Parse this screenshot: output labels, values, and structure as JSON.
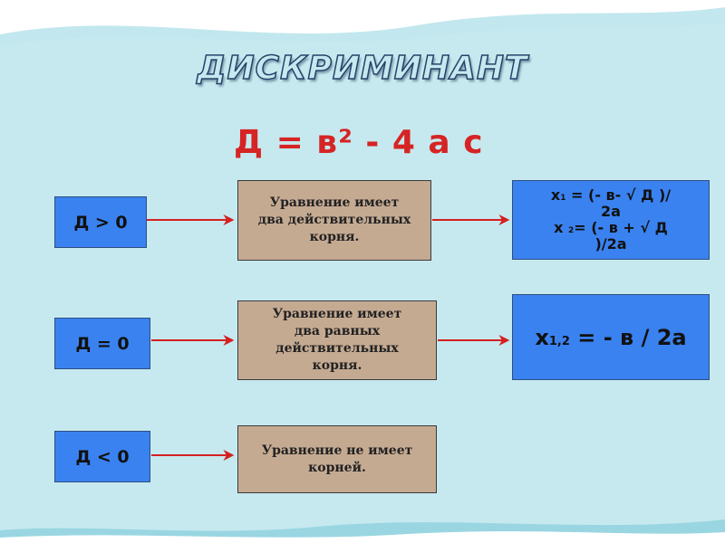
{
  "title": "ДИСКРИМИНАНТ",
  "formula": "Д = в² - 4 а с",
  "rows": [
    {
      "condition": "Д > 0",
      "description": [
        "Уравнение имеет",
        "два действительных",
        "корня."
      ]
    },
    {
      "condition": "Д = 0",
      "description": [
        "Уравнение имеет",
        "два равных",
        "действительных",
        "корня."
      ]
    },
    {
      "condition": "Д < 0",
      "description": [
        "Уравнение не имеет",
        "корней."
      ]
    }
  ],
  "solutions": {
    "root1": {
      "var": "х",
      "sub": "1",
      "expr": " = (- в- √ Д )/",
      "line2": "2а"
    },
    "root2": {
      "var": "х ",
      "sub": "2",
      "expr": "= (- в + √ Д",
      "line2": ")/2а"
    },
    "equal": {
      "var": "х",
      "sub": "1,2",
      "expr": " = - в / 2а"
    }
  },
  "colors": {
    "background": "#c6e9ef",
    "blue_box": "#3a82f0",
    "tan_box": "#c5aa92",
    "arrow": "#d42020",
    "formula": "#d62424"
  }
}
